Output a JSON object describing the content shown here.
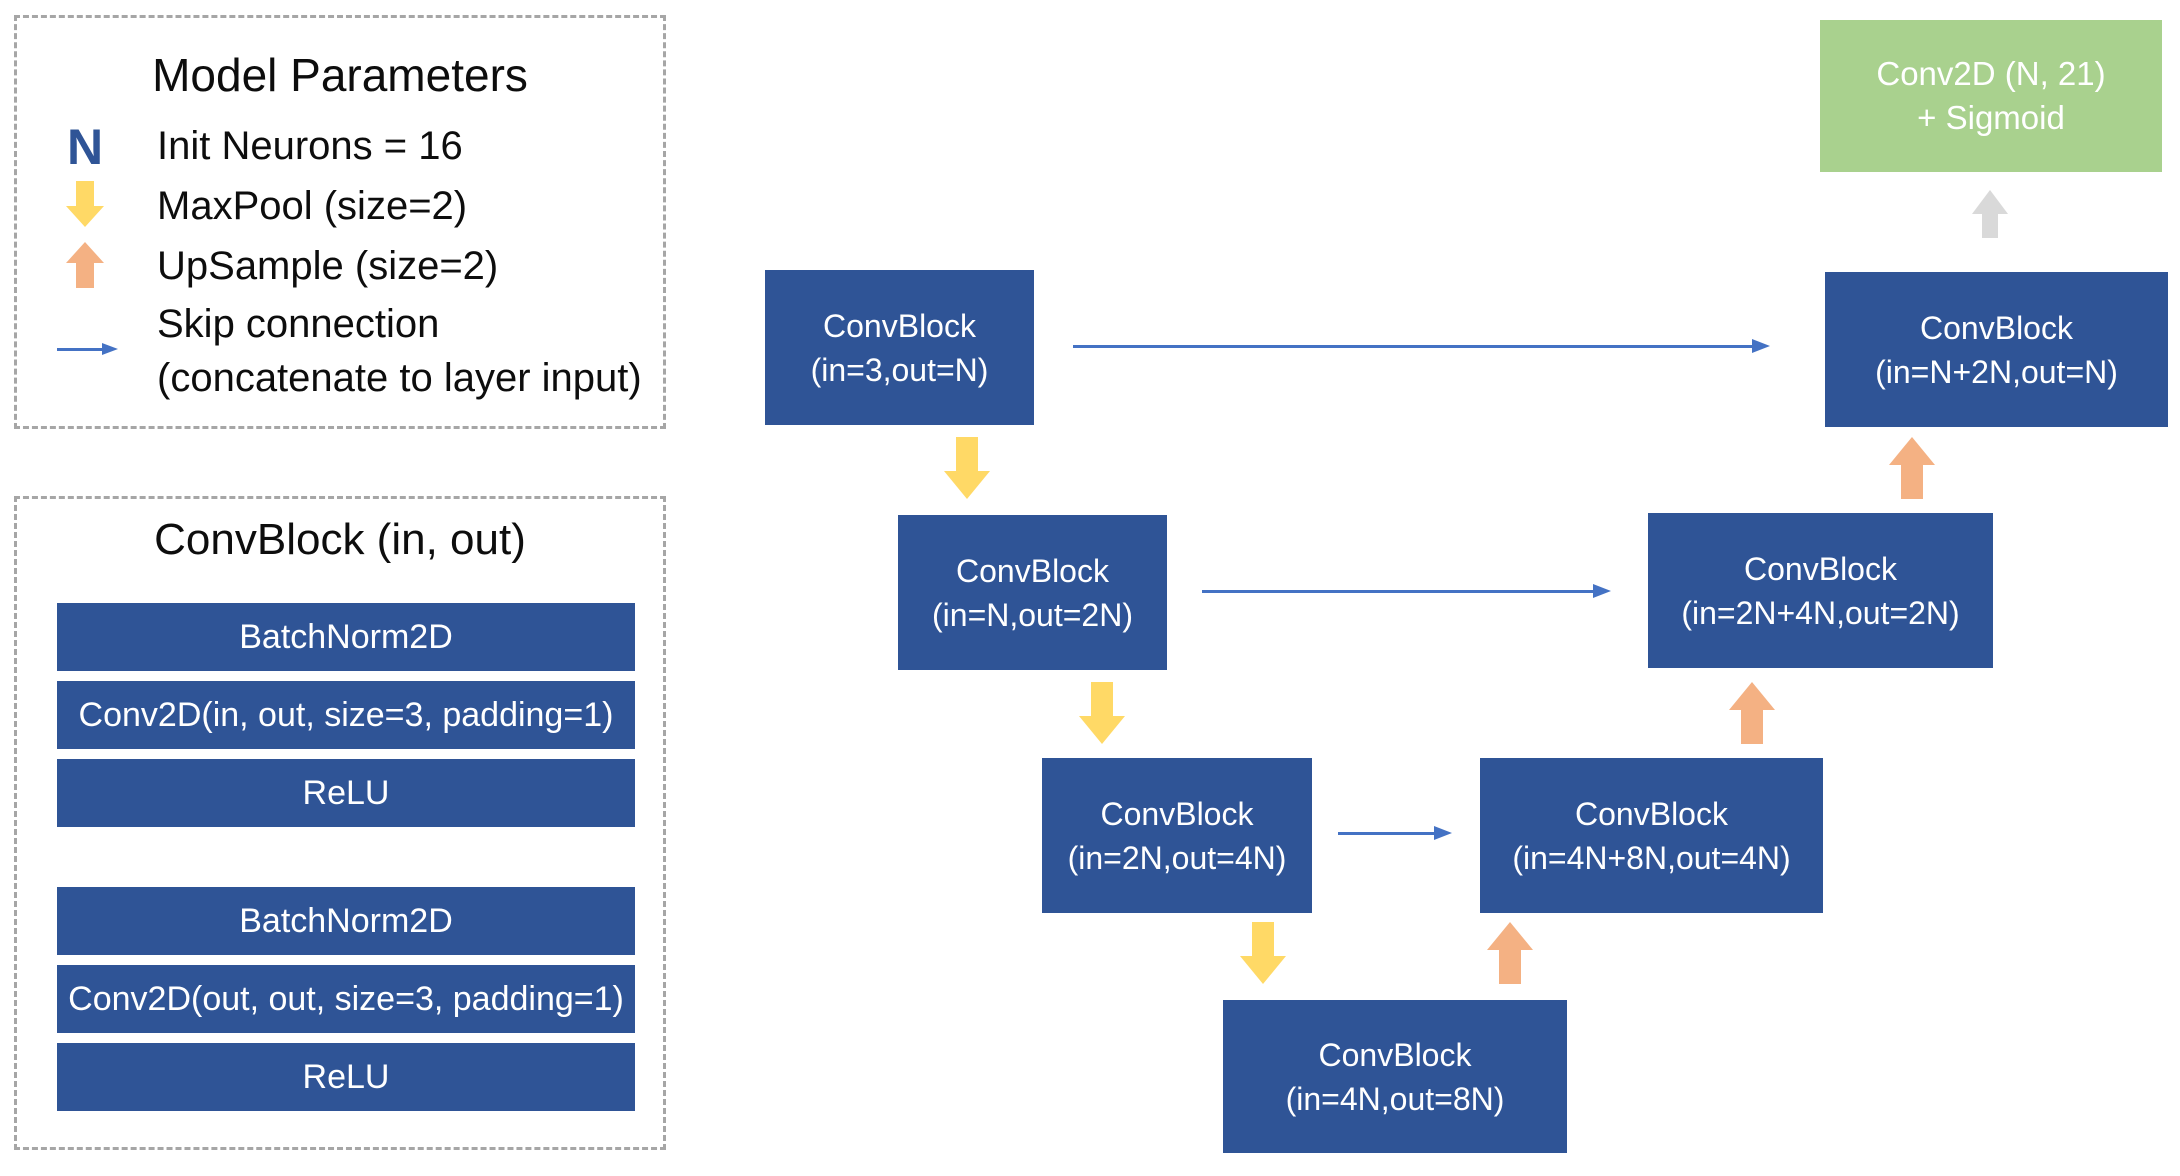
{
  "colors": {
    "block_blue": "#2F5496",
    "output_green": "#A9D18E",
    "maxpool_yellow": "#FFD966",
    "upsample_orange": "#F4B183",
    "skip_blue": "#4472C4",
    "output_arrow_gray": "#D9D9D9",
    "panel_border_gray": "#A6A6A6",
    "text_dark": "#0D0D0D",
    "text_white": "#FFFFFF"
  },
  "legend": {
    "title": "Model Parameters",
    "items": [
      {
        "symbol": "N",
        "label": "Init Neurons = 16"
      },
      {
        "icon": "maxpool-down-arrow",
        "label": "MaxPool (size=2)"
      },
      {
        "icon": "upsample-up-arrow",
        "label": "UpSample (size=2)"
      },
      {
        "icon": "skip-connection-arrow",
        "label_line1": "Skip connection",
        "label_line2": "(concatenate to layer input)"
      }
    ]
  },
  "convblock_detail": {
    "title": "ConvBlock (in, out)",
    "group1": [
      "BatchNorm2D",
      "Conv2D(in, out, size=3, padding=1)",
      "ReLU"
    ],
    "group2": [
      "BatchNorm2D",
      "Conv2D(out, out, size=3, padding=1)",
      "ReLU"
    ]
  },
  "network": {
    "encoder": [
      {
        "name": "ConvBlock",
        "params": "(in=3,out=N)"
      },
      {
        "name": "ConvBlock",
        "params": "(in=N,out=2N)"
      },
      {
        "name": "ConvBlock",
        "params": "(in=2N,out=4N)"
      }
    ],
    "bottleneck": {
      "name": "ConvBlock",
      "params": "(in=4N,out=8N)"
    },
    "decoder": [
      {
        "name": "ConvBlock",
        "params": "(in=4N+8N,out=4N)"
      },
      {
        "name": "ConvBlock",
        "params": "(in=2N+4N,out=2N)"
      },
      {
        "name": "ConvBlock",
        "params": "(in=N+2N,out=N)"
      }
    ],
    "output": {
      "name": "Conv2D (N, 21)",
      "params": "+ Sigmoid"
    }
  }
}
